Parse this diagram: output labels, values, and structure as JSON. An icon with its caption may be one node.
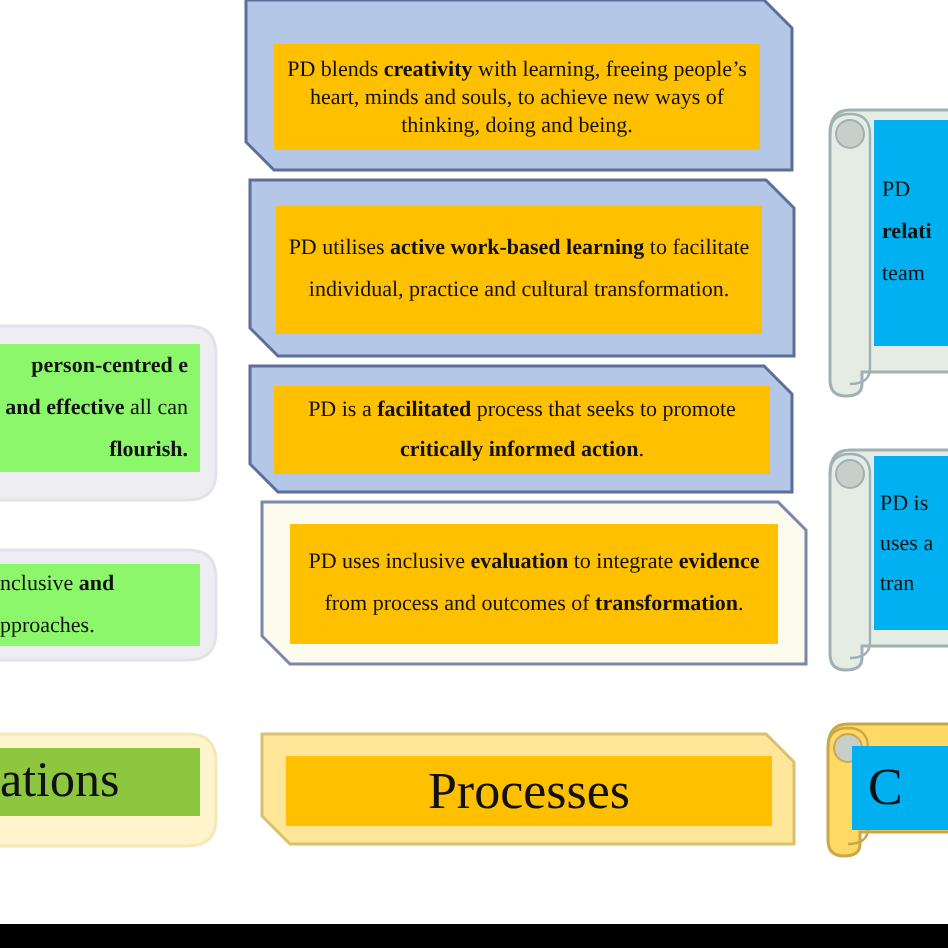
{
  "diagram": {
    "nodes": [
      {
        "text": [
          "**person-centred** **e and effective** all can **flourish.**"
        ]
      },
      {
        "text": [
          "nclusive **and** pproaches."
        ]
      },
      {
        "text": [
          "ations"
        ]
      },
      {
        "text": [
          "PD blends **creativity** with learning, freeing people’s heart, minds and souls, to achieve new ways of thinking, doing and being."
        ]
      },
      {
        "text": [
          "PD utilises **active work-based learning** to facilitate individual, practice and cultural transformation."
        ]
      },
      {
        "text": [
          "PD is a **facilitated** process that seeks to promote **critically informed action**."
        ]
      },
      {
        "text": [
          "PD uses inclusive **evaluation** to integrate **evidence** from process and outcomes of **transformation**."
        ]
      },
      {
        "text": [
          "Processes"
        ]
      },
      {
        "text": [
          "PD **relati** team"
        ]
      },
      {
        "text": [
          "PD is uses a tran"
        ]
      },
      {
        "text": [
          "C"
        ]
      }
    ]
  }
}
